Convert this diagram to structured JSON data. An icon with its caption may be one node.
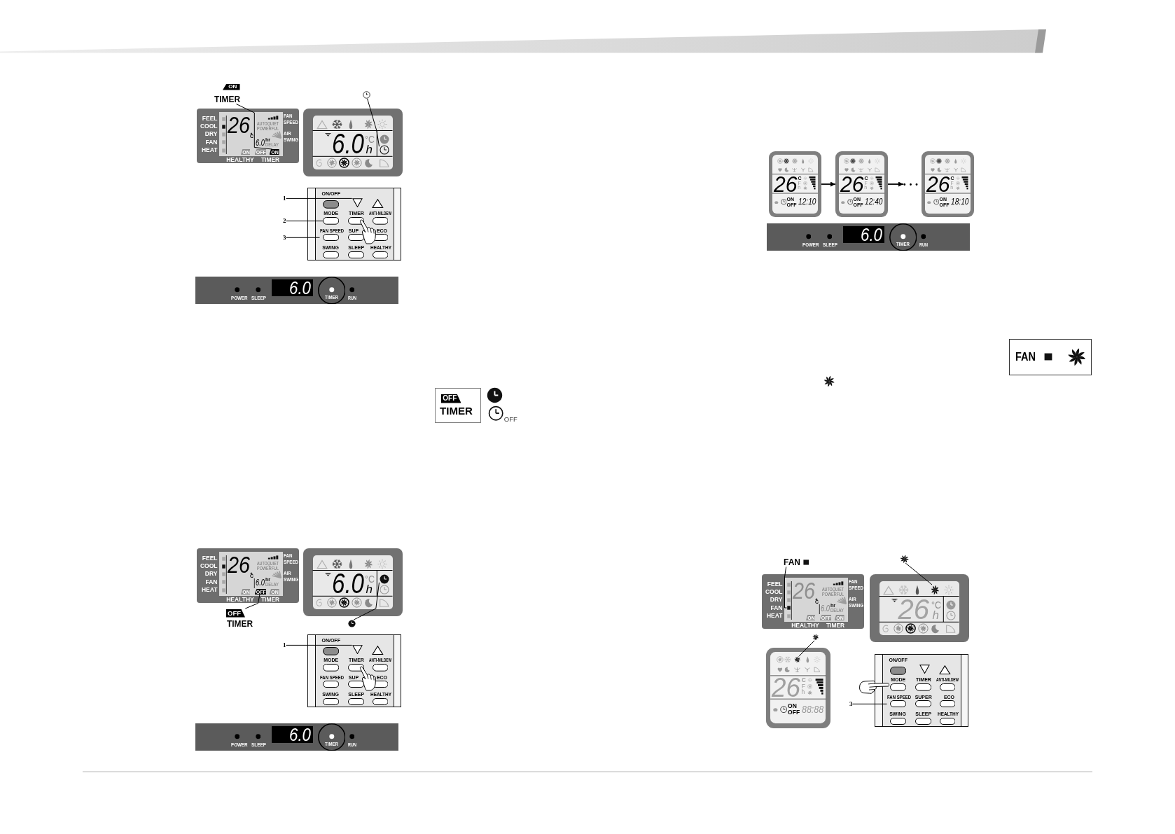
{
  "diagram": {
    "nodes": [
      {
        "text": [
          "ON",
          "TIMER"
        ]
      },
      {
        "text": [
          "FEEL",
          "COOL",
          "DRY",
          "FAN",
          "HEAT",
          "26",
          "C",
          "AUTOQUIET",
          "POWERFUL",
          "6.0",
          "hr",
          "DELAY",
          "HEALTHY",
          "TIMER",
          "FAN SPEED",
          "AIR SWING"
        ]
      },
      {
        "text": [
          "ON"
        ],
        "in": 1
      },
      {
        "text": [
          "OFF"
        ],
        "in": 1
      },
      {
        "text": [
          "ON"
        ],
        "in": 1
      },
      {
        "text": [],
        "shape": "clock"
      },
      {
        "text": [
          "6.0",
          "°C",
          "h"
        ]
      },
      {
        "text": [],
        "shape": "clock",
        "in": 6
      },
      {
        "text": [
          "1"
        ]
      },
      {
        "text": [
          "2"
        ]
      },
      {
        "text": [
          "3"
        ]
      },
      {
        "text": [],
        "shape": "box"
      },
      {
        "text": [
          "ON/OFF"
        ],
        "in": 11
      },
      {
        "text": [],
        "shape": "triangle",
        "in": 11
      },
      {
        "text": [],
        "shape": "triangle",
        "in": 11
      },
      {
        "text": [
          "MODE"
        ],
        "in": 11
      },
      {
        "text": [
          "TIMER"
        ],
        "in": 11
      },
      {
        "text": [
          "ANTI-MILDEW"
        ],
        "in": 11
      },
      {
        "text": [
          "FAN SPEED"
        ],
        "in": 11
      },
      {
        "text": [
          "SUP"
        ],
        "in": 11
      },
      {
        "text": [
          "ECO"
        ],
        "in": 11
      },
      {
        "text": [
          "SWING"
        ],
        "in": 11
      },
      {
        "text": [
          "SLEEP"
        ],
        "in": 11
      },
      {
        "text": [
          "HEALTHY"
        ],
        "in": 11
      },
      {
        "text": [
          "POWER",
          "SLEEP",
          "6.0",
          "TIMER",
          "RUN"
        ]
      },
      {
        "text": [
          "OFF",
          "TIMER"
        ]
      },
      {
        "text": [
          "FEEL",
          "COOL",
          "DRY",
          "FAN",
          "HEAT",
          "26",
          "C",
          "AUTOQUIET",
          "POWERFUL",
          "6.0",
          "hr",
          "DELAY",
          "HEALTHY",
          "TIMER",
          "FAN SPEED",
          "AIR SWING"
        ]
      },
      {
        "text": [
          "ON"
        ],
        "in": 26
      },
      {
        "text": [
          "OFF"
        ],
        "in": 26
      },
      {
        "text": [
          "ON"
        ],
        "in": 26
      },
      {
        "text": [
          "6.0",
          "°C",
          "h"
        ]
      },
      {
        "text": [],
        "shape": "clock",
        "in": 30
      },
      {
        "text": [
          "OFF",
          "TIMER"
        ]
      },
      {
        "text": [],
        "shape": "clock"
      },
      {
        "text": [
          "1"
        ]
      },
      {
        "text": [],
        "shape": "box"
      },
      {
        "text": [
          "ON/OFF"
        ],
        "in": 35
      },
      {
        "text": [],
        "shape": "triangle",
        "in": 35
      },
      {
        "text": [],
        "shape": "triangle",
        "in": 35
      },
      {
        "text": [
          "MODE"
        ],
        "in": 35
      },
      {
        "text": [
          "TIMER"
        ],
        "in": 35
      },
      {
        "text": [
          "ANTI-MILDEW"
        ],
        "in": 35
      },
      {
        "text": [
          "FAN SPEED"
        ],
        "in": 35
      },
      {
        "text": [
          "SUP"
        ],
        "in": 35
      },
      {
        "text": [
          "ECO"
        ],
        "in": 35
      },
      {
        "text": [
          "SWING"
        ],
        "in": 35
      },
      {
        "text": [
          "SLEEP"
        ],
        "in": 35
      },
      {
        "text": [
          "HEALTHY"
        ],
        "in": 35
      },
      {
        "text": [
          "POWER",
          "SLEEP",
          "6.0",
          "TIMER",
          "RUN"
        ]
      },
      {
        "text": [
          "26",
          "C",
          "F",
          "h",
          "ON",
          "OFF",
          "12:10"
        ]
      },
      {
        "text": [
          "26",
          "C",
          "F",
          "h",
          "ON",
          "OFF",
          "12:40"
        ]
      },
      {
        "text": [
          "• • •"
        ]
      },
      {
        "text": [
          "26",
          "C",
          "F",
          "h",
          "ON",
          "OFF",
          "18:10"
        ]
      },
      {
        "text": [
          "POWER",
          "SLEEP",
          "6.0",
          "TIMER",
          "RUN"
        ]
      },
      {
        "text": [
          "FAN"
        ]
      },
      {
        "text": [
          "FAN"
        ]
      },
      {
        "text": [],
        "shape": "fan"
      },
      {
        "text": [
          "FEEL",
          "COOL",
          "DRY",
          "FAN",
          "HEAT",
          "26",
          "C",
          "AUTOQUIET",
          "POWERFUL",
          "6.0",
          "hr",
          "DELAY",
          "HEALTHY",
          "TIMER",
          "FAN SPEED",
          "AIR SWING"
        ]
      },
      {
        "text": [],
        "shape": "box",
        "in": 57
      },
      {
        "text": [
          "ON"
        ],
        "in": 57
      },
      {
        "text": [
          "OFF"
        ],
        "in": 57
      },
      {
        "text": [
          "ON"
        ],
        "in": 57
      },
      {
        "text": [
          "26",
          "°C",
          "h"
        ]
      },
      {
        "text": [],
        "shape": "fan",
        "in": 62
      },
      {
        "text": [],
        "shape": "fan"
      },
      {
        "text": [
          "26",
          "C",
          "F",
          "h",
          "ON",
          "OFF",
          "88:88"
        ]
      },
      {
        "text": [],
        "shape": "fan",
        "in": 65
      },
      {
        "text": [
          "3"
        ]
      },
      {
        "text": [],
        "shape": "box"
      },
      {
        "text": [
          "ON/OFF"
        ],
        "in": 68
      },
      {
        "text": [],
        "shape": "triangle",
        "in": 68
      },
      {
        "text": [],
        "shape": "triangle",
        "in": 68
      },
      {
        "text": [
          "MODE"
        ],
        "in": 68
      },
      {
        "text": [
          "TIMER"
        ],
        "in": 68
      },
      {
        "text": [
          "ANTI-MILDEW"
        ],
        "in": 68
      },
      {
        "text": [
          "FAN SPEED"
        ],
        "in": 68
      },
      {
        "text": [
          "SUPER"
        ],
        "in": 68
      },
      {
        "text": [
          "ECO"
        ],
        "in": 68
      },
      {
        "text": [
          "SWING"
        ],
        "in": 68
      },
      {
        "text": [
          "SLEEP"
        ],
        "in": 68
      },
      {
        "text": [
          "HEALTHY"
        ],
        "in": 68
      }
    ],
    "edges": [
      {
        "from": 0,
        "to": 4,
        "arrow": "none"
      },
      {
        "from": 5,
        "to": 7,
        "arrow": "none"
      },
      {
        "from": 8,
        "to": 13,
        "arrow": "none"
      },
      {
        "from": 9,
        "to": 15,
        "arrow": "none"
      },
      {
        "from": 10,
        "to": 18,
        "arrow": "none"
      },
      {
        "from": 32,
        "to": 28,
        "arrow": "none"
      },
      {
        "from": 33,
        "to": 31,
        "arrow": "none"
      },
      {
        "from": 34,
        "to": 37,
        "arrow": "none"
      },
      {
        "from": 49,
        "to": 50,
        "arrow": "to"
      },
      {
        "from": 50,
        "to": 51,
        "arrow": "to"
      },
      {
        "from": 55,
        "to": 58,
        "arrow": "none"
      },
      {
        "from": 56,
        "to": 63,
        "arrow": "none"
      },
      {
        "from": 64,
        "to": 66,
        "arrow": "none"
      },
      {
        "from": 67,
        "to": 75,
        "arrow": "none"
      }
    ],
    "labels": [
      "OFF"
    ]
  }
}
